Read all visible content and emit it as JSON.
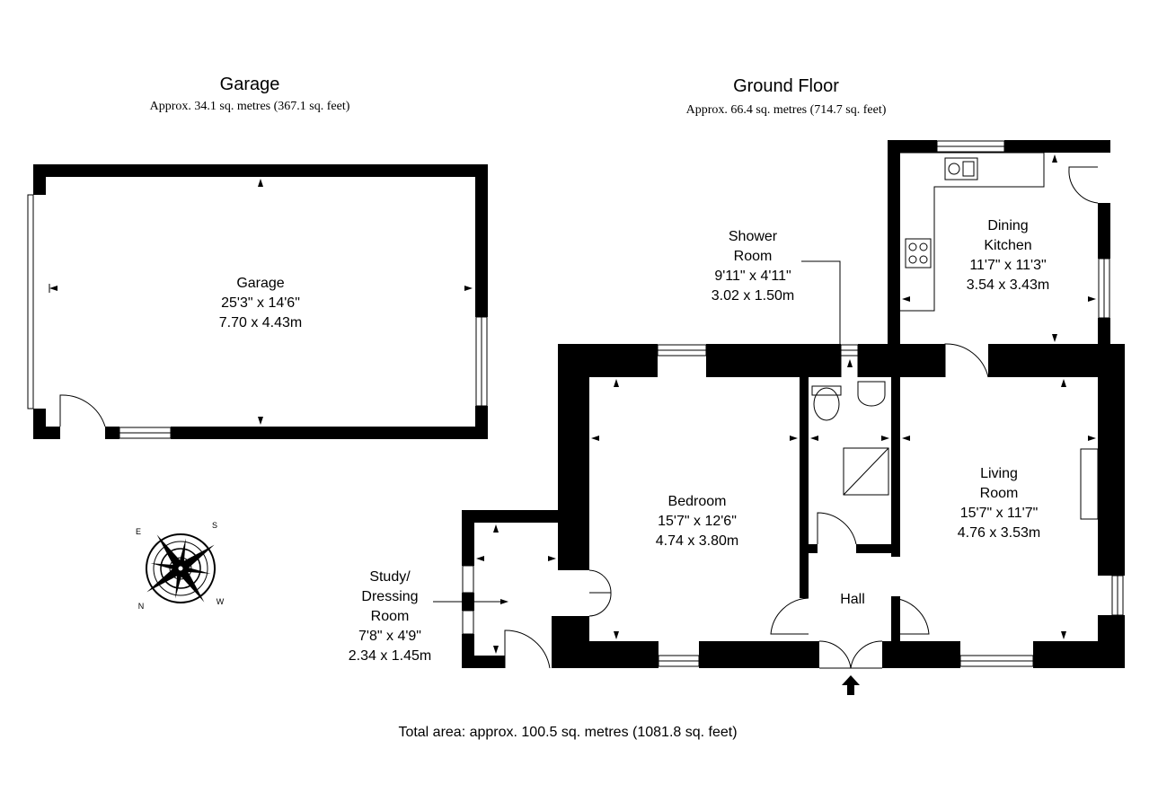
{
  "garage_section": {
    "title": "Garage",
    "area": "Approx. 34.1 sq. metres (367.1 sq. feet)"
  },
  "ground_floor_section": {
    "title": "Ground Floor",
    "area": "Approx. 66.4 sq. metres (714.7 sq. feet)"
  },
  "rooms": {
    "garage": {
      "name": "Garage",
      "imperial": "25'3\" x 14'6\"",
      "metric": "7.70 x 4.43m"
    },
    "shower_room": {
      "name_line1": "Shower",
      "name_line2": "Room",
      "imperial": "9'11\" x 4'11\"",
      "metric": "3.02 x 1.50m"
    },
    "dining_kitchen": {
      "name_line1": "Dining",
      "name_line2": "Kitchen",
      "imperial": "11'7\" x 11'3\"",
      "metric": "3.54 x 3.43m"
    },
    "bedroom": {
      "name": "Bedroom",
      "imperial": "15'7\" x 12'6\"",
      "metric": "4.74 x 3.80m"
    },
    "living_room": {
      "name_line1": "Living",
      "name_line2": "Room",
      "imperial": "15'7\" x 11'7\"",
      "metric": "4.76 x 3.53m"
    },
    "study": {
      "name_line1": "Study/",
      "name_line2": "Dressing",
      "name_line3": "Room",
      "imperial": "7'8\" x 4'9\"",
      "metric": "2.34 x 1.45m"
    },
    "hall": {
      "name": "Hall"
    }
  },
  "total_area": "Total area: approx. 100.5 sq. metres (1081.8 sq. feet)",
  "compass": {
    "letters": [
      "N",
      "E",
      "S",
      "W"
    ]
  }
}
